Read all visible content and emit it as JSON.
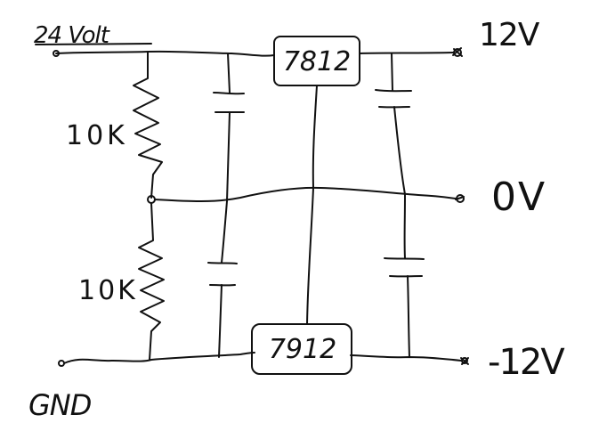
{
  "labels": {
    "input": "24 Volt",
    "out_pos": "12V",
    "out_zero": "0V",
    "out_neg": "-12V",
    "gnd": "GND",
    "r_top": "10K",
    "r_bottom": "10K",
    "reg_pos": "7812",
    "reg_neg": "7912"
  },
  "colors": {
    "ink": "#111111",
    "background": "#ffffff"
  }
}
